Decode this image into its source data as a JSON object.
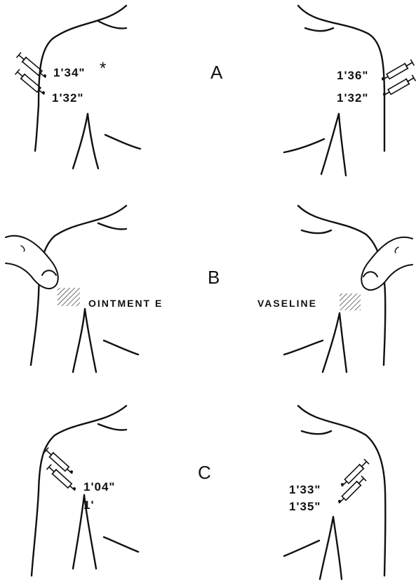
{
  "sections": [
    {
      "label": "A",
      "left": {
        "times": [
          "1'34\"",
          "1'32\""
        ],
        "marker": "*"
      },
      "right": {
        "times": [
          "1'36\"",
          "1'32\""
        ]
      }
    },
    {
      "label": "B",
      "left": {
        "treatment": "OINTMENT E"
      },
      "right": {
        "treatment": "VASELINE"
      }
    },
    {
      "label": "C",
      "left": {
        "times": [
          "1'04\"",
          "1'"
        ]
      },
      "right": {
        "times": [
          "1'33\"",
          "1'35\""
        ]
      }
    }
  ]
}
